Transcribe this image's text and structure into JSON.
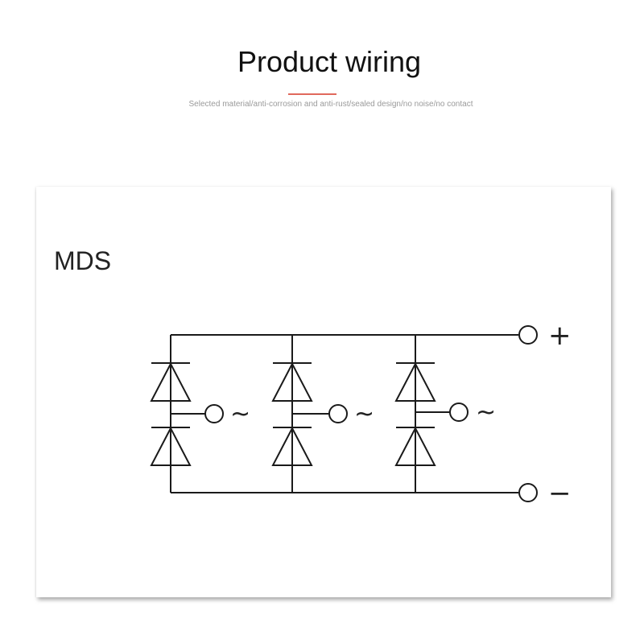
{
  "header": {
    "title": "Product wiring",
    "subtitle": "Selected material/anti-corrosion and anti-rust/sealed design/no noise/no contact",
    "accent_color": "#e0695c"
  },
  "diagram": {
    "label": "MDS",
    "terminals": {
      "positive": "+",
      "negative": "−",
      "ac": [
        "~",
        "~",
        "~"
      ]
    },
    "legs": 3,
    "diodes_per_leg": 2
  }
}
